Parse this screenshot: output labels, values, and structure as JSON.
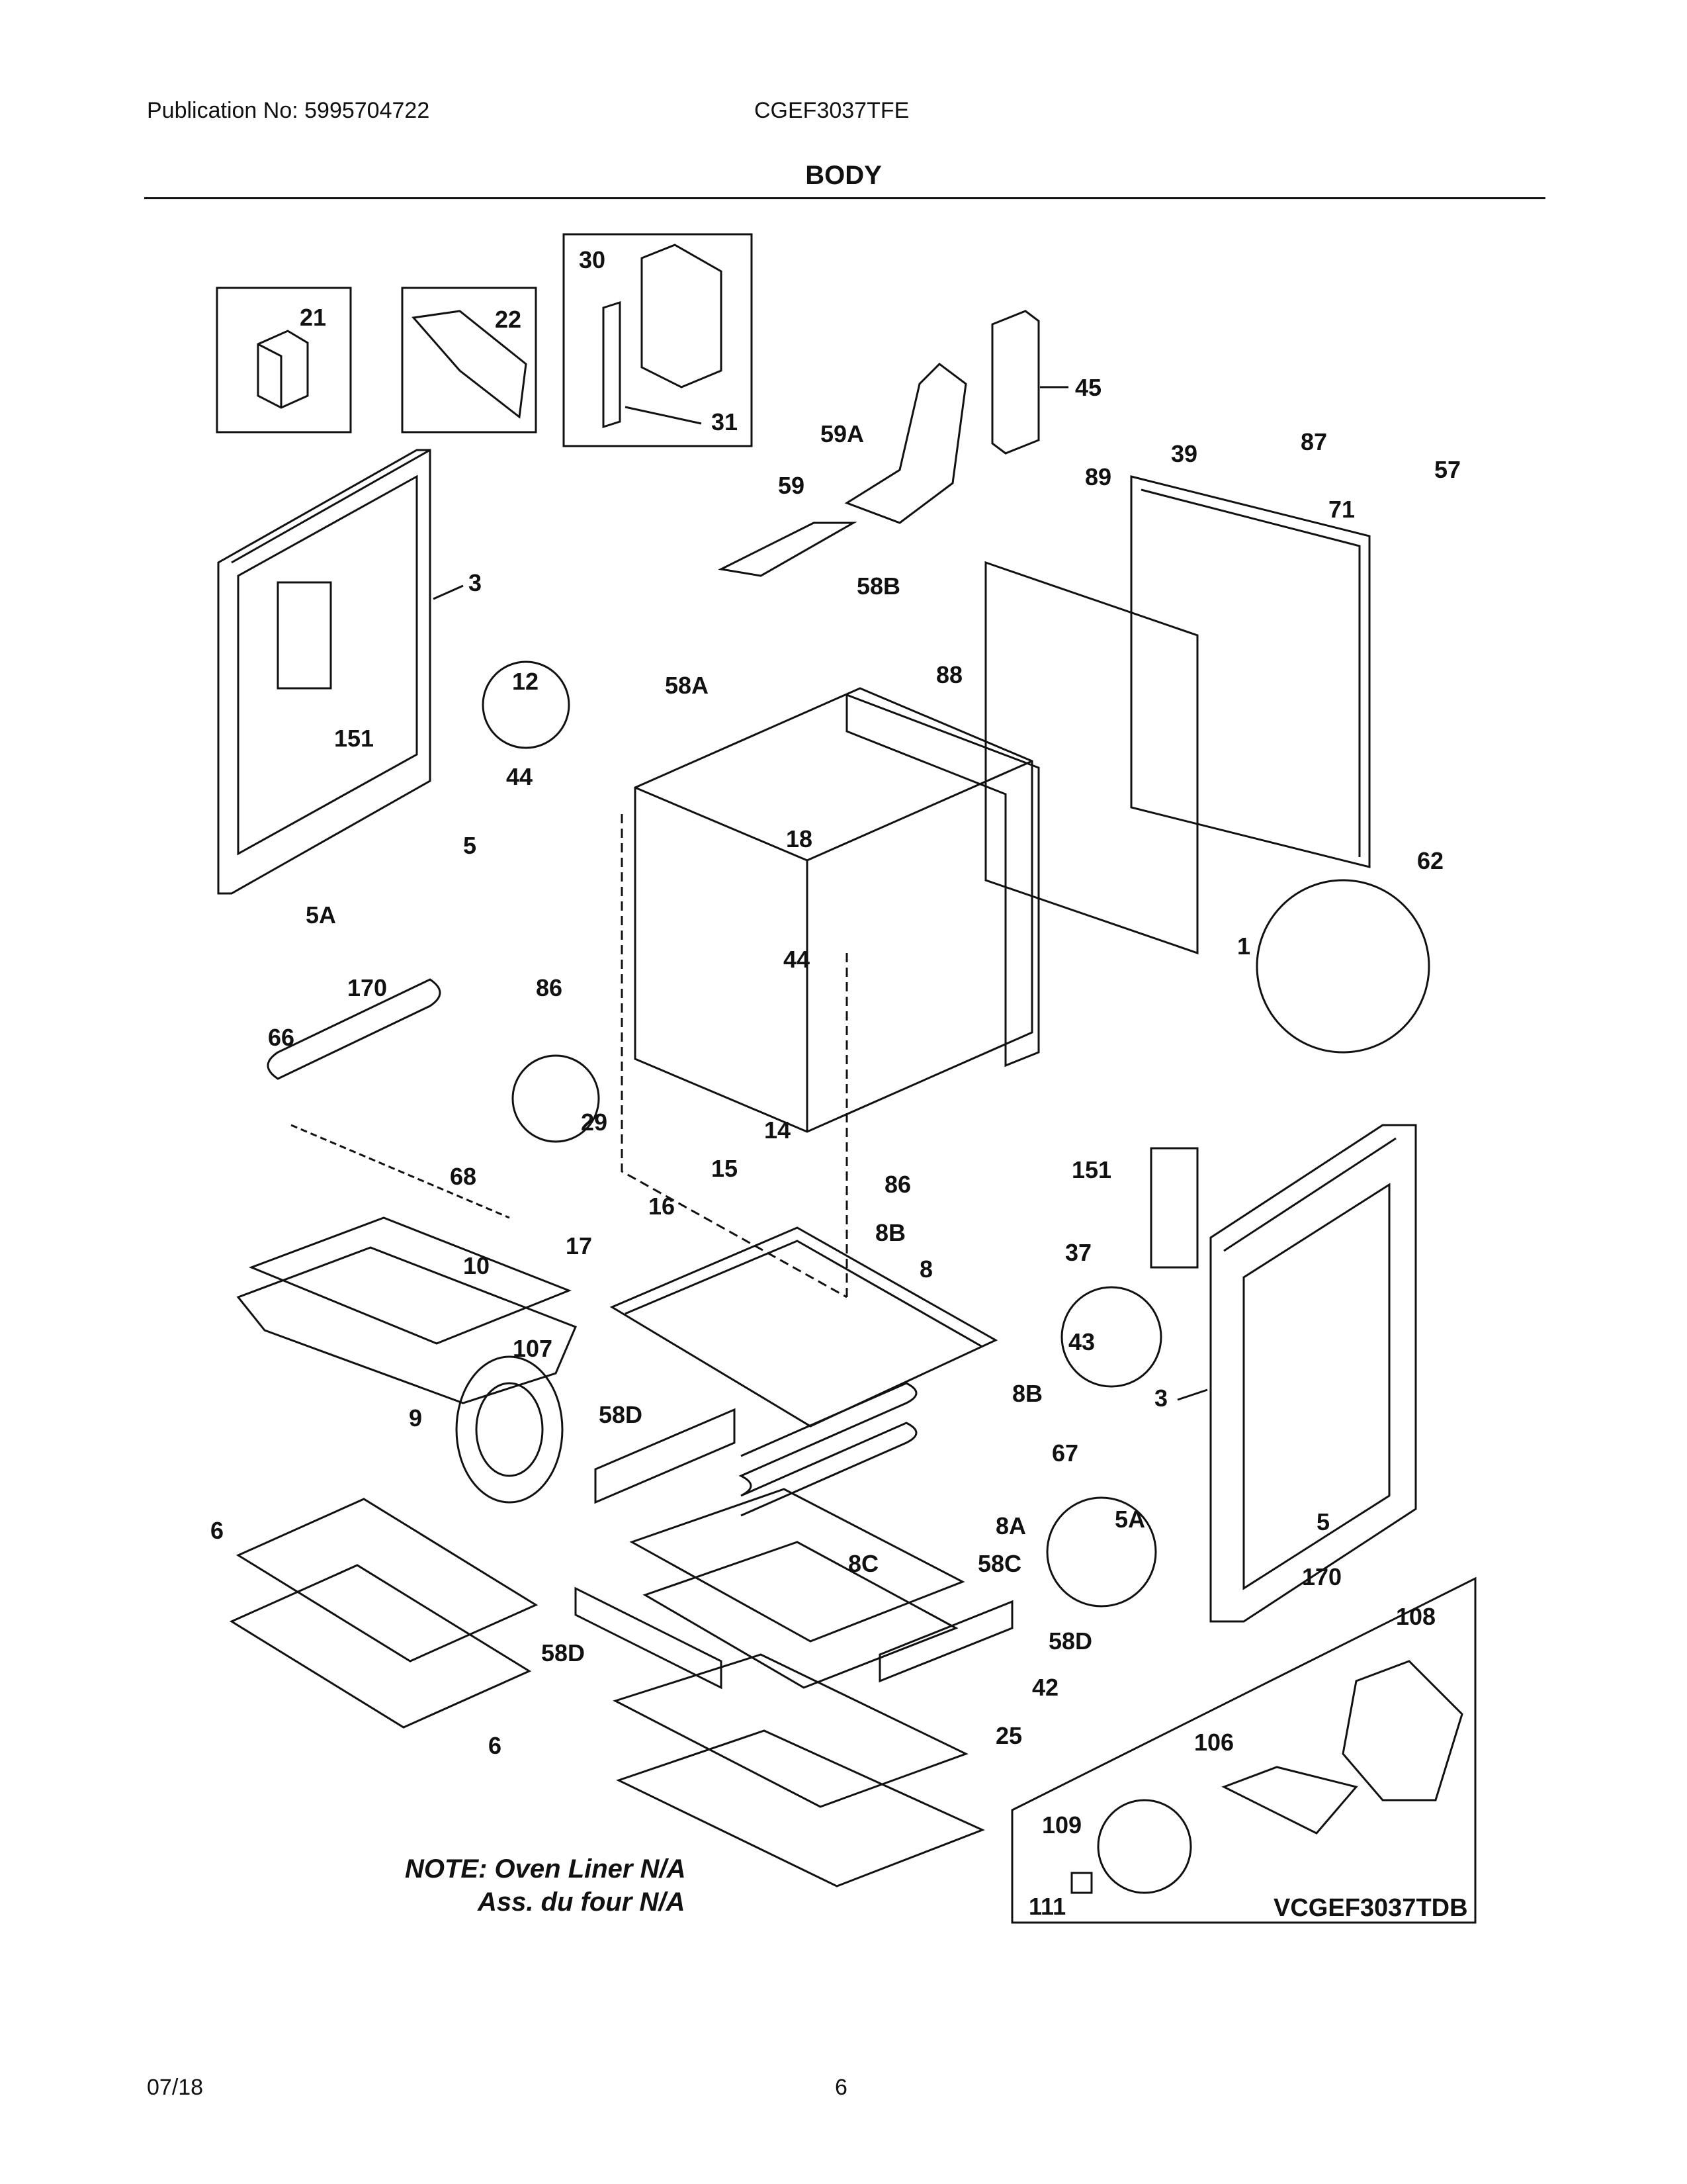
{
  "header": {
    "publication": "Publication No: 5995704722",
    "model": "CGEF3037TFE",
    "section": "BODY"
  },
  "parts": {
    "p21": "21",
    "p22": "22",
    "p30": "30",
    "p31": "31",
    "p45": "45",
    "p59A": "59A",
    "p39": "39",
    "p87": "87",
    "p57": "57",
    "p89": "89",
    "p71": "71",
    "p59": "59",
    "p3a": "3",
    "p58B": "58B",
    "p12": "12",
    "p88": "88",
    "p58A": "58A",
    "p151a": "151",
    "p44a": "44",
    "p18": "18",
    "p5a": "5",
    "p62": "62",
    "p5Aa": "5A",
    "p44b": "44",
    "p1": "1",
    "p170a": "170",
    "p86a": "86",
    "p66": "66",
    "p29": "29",
    "p14": "14",
    "p15": "15",
    "p68": "68",
    "p16": "16",
    "p86b": "86",
    "p151b": "151",
    "p17": "17",
    "p8Ba": "8B",
    "p37": "37",
    "p10": "10",
    "p8": "8",
    "p43": "43",
    "p107": "107",
    "p8Bb": "8B",
    "p3b": "3",
    "p9": "9",
    "p58Da": "58D",
    "p67": "67",
    "p5Ab": "5A",
    "p8A": "8A",
    "p5b": "5",
    "p6a": "6",
    "p8C": "8C",
    "p58C": "58C",
    "p170b": "170",
    "p108": "108",
    "p58Db": "58D",
    "p58Dc": "58D",
    "p42": "42",
    "p25": "25",
    "p106": "106",
    "p6b": "6",
    "p109": "109",
    "p111": "111"
  },
  "note": {
    "line1": "NOTE: Oven Liner N/A",
    "line2": "Ass. du four N/A"
  },
  "inset_model": "VCGEF3037TDB",
  "footer": {
    "date": "07/18",
    "page": "6"
  }
}
